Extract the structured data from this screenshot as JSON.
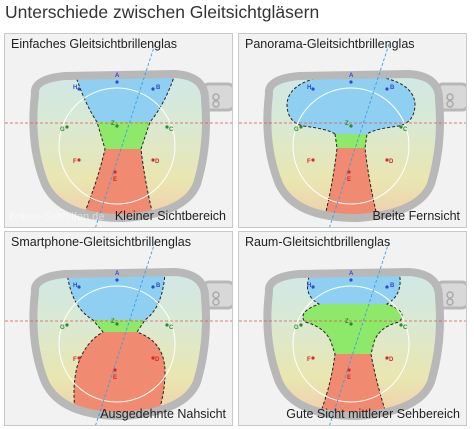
{
  "title": "Unterschiede zwischen Gleitsichtgläsern",
  "watermark": "Brillen-Sehhilfen.de",
  "zone_labels": [
    "A",
    "B",
    "H",
    "C",
    "G",
    "Z",
    "F",
    "D",
    "E"
  ],
  "colors": {
    "far_zone": "#8fd0f2",
    "mid_zone": "#8ee86a",
    "near_zone": "#f08a70",
    "frame": "#b8b8b8",
    "axis_line": "#3aa0e0",
    "horizon_line": "#e05050"
  },
  "panels": [
    {
      "title": "Einfaches Gleitsichtbrillenglas",
      "caption": "Kleiner Sichtbereich"
    },
    {
      "title": "Panorama-Gleitsichtbrillenglas",
      "caption": "Breite Fernsicht"
    },
    {
      "title": "Smartphone-Gleitsichtbrillenglas",
      "caption": "Ausgedehnte Nahsicht"
    },
    {
      "title": "Raum-Gleitsichtbrillenglas",
      "caption": "Gute Sicht mittlerer Sehbereich"
    }
  ]
}
